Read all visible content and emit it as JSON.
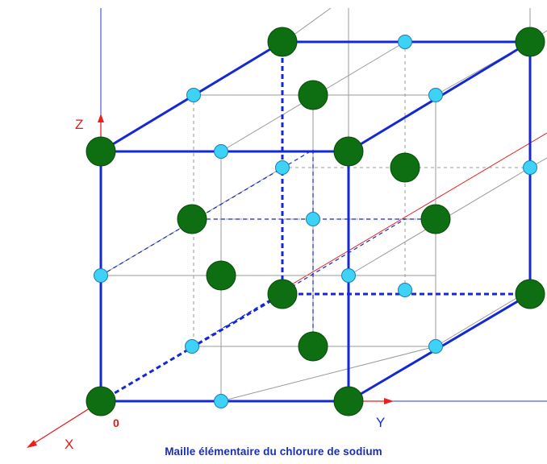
{
  "caption": "Maille élémentaire  du chlorure de sodium",
  "axes": {
    "x_label": "X",
    "y_label": "Y",
    "z_label": "Z",
    "origin_label": "0"
  },
  "colors": {
    "cell_edge": "#1428d6",
    "axis_red": "#e82020",
    "axis_blue": "#2a3ad8",
    "grid_line": "#9a9a9a",
    "large_ion": "#0e6e12",
    "large_ion_stroke": "#0a4a0c",
    "small_ion": "#3ed2f7",
    "small_ion_stroke": "#1a7fb5",
    "label_red": "#e01818",
    "caption": "#1a2fb0"
  },
  "ions": {
    "large_ion_count": 14,
    "small_ion_count": 13
  }
}
